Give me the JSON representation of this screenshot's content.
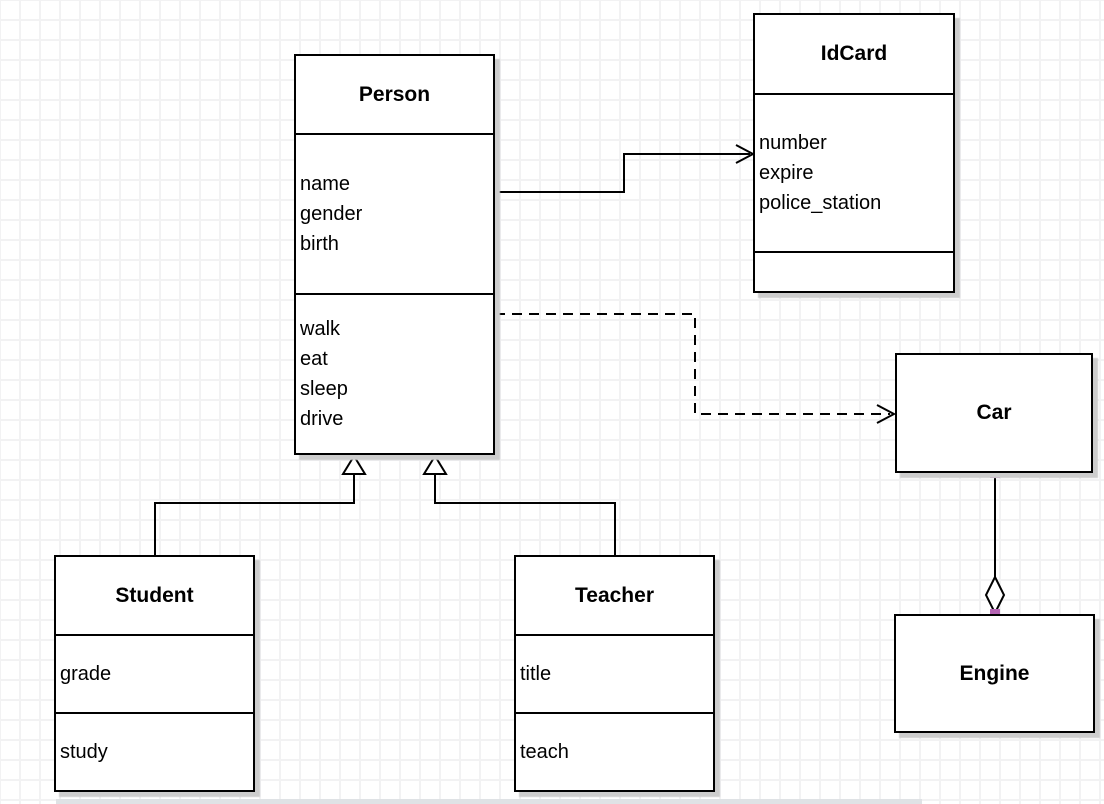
{
  "classes": {
    "person": {
      "title": "Person",
      "attributes": [
        "name",
        "gender",
        "birth"
      ],
      "methods": [
        "walk",
        "eat",
        "sleep",
        "drive"
      ]
    },
    "idcard": {
      "title": "IdCard",
      "attributes": [
        "number",
        "expire",
        "police_station"
      ],
      "methods": []
    },
    "student": {
      "title": "Student",
      "attributes": [
        "grade"
      ],
      "methods": [
        "study"
      ]
    },
    "teacher": {
      "title": "Teacher",
      "attributes": [
        "title"
      ],
      "methods": [
        "teach"
      ]
    },
    "car": {
      "title": "Car"
    },
    "engine": {
      "title": "Engine"
    }
  },
  "relationships": [
    {
      "from": "Person",
      "to": "IdCard",
      "type": "association",
      "line": "solid",
      "arrow": "open"
    },
    {
      "from": "Person",
      "to": "Car",
      "type": "dependency",
      "line": "dashed",
      "arrow": "open"
    },
    {
      "from": "Student",
      "to": "Person",
      "type": "generalization",
      "line": "solid",
      "arrow": "hollow-triangle"
    },
    {
      "from": "Teacher",
      "to": "Person",
      "type": "generalization",
      "line": "solid",
      "arrow": "hollow-triangle"
    },
    {
      "from": "Car",
      "to": "Engine",
      "type": "aggregation",
      "line": "solid",
      "arrow": "hollow-diamond"
    }
  ],
  "colors": {
    "stroke": "#000000",
    "shape_fill": "#ffffff",
    "shadow": "#cdcdcd",
    "grid_line": "#f2f2f3",
    "endpoint_marker": "#b564b3"
  }
}
